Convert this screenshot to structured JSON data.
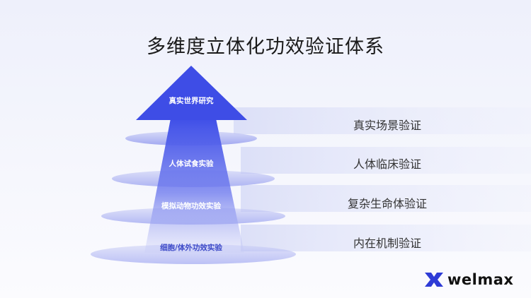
{
  "title": "多维度立体化功效验证体系",
  "arrow_levels": [
    "真实世界研究",
    "人体试食实验",
    "模拟动物功效实验",
    "细胞/体外功效实验"
  ],
  "right_labels": [
    "真实场景验证",
    "人体临床验证",
    "复杂生命体验证",
    "内在机制验证"
  ],
  "logo": {
    "text": "welmax"
  },
  "colors": {
    "accent": "#3d4fe6",
    "band": "#dfe2f8",
    "text": "#1a1a1a"
  }
}
